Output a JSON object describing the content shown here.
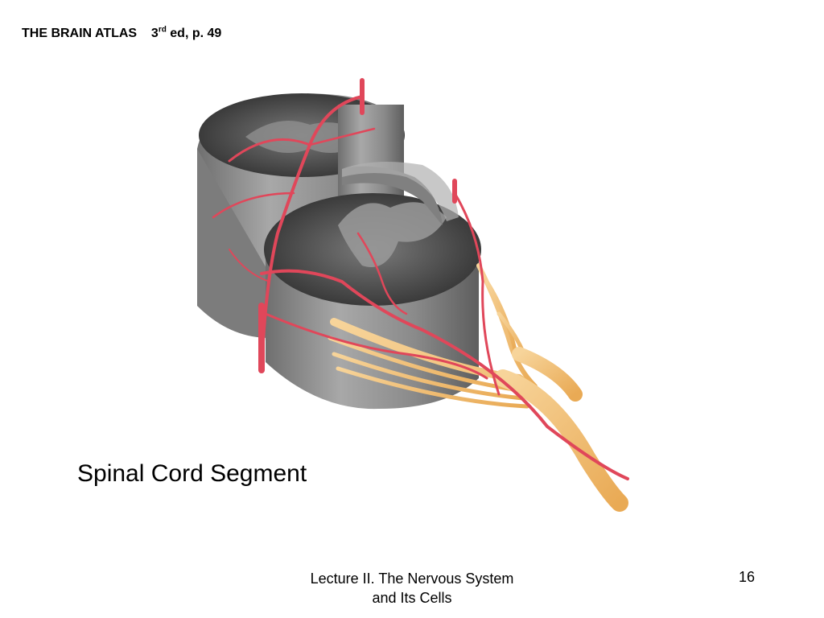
{
  "slide": {
    "reference": {
      "title": "THE BRAIN ATLAS",
      "edition_num": "3",
      "edition_suffix": "rd",
      "edition_rest": "ed, p. 49"
    },
    "illustration": {
      "subject": "spinal-cord-segment",
      "colors": {
        "cord_gray": "#8c8c8c",
        "cord_dark": "#3a3a3a",
        "vessel_red": "#e0475a",
        "nerve_yellow": "#f3c27a"
      }
    },
    "caption": "Spinal Cord Segment",
    "footer": {
      "line1": "Lecture II. The Nervous System",
      "line2": "and Its Cells"
    },
    "page_number": "16"
  }
}
